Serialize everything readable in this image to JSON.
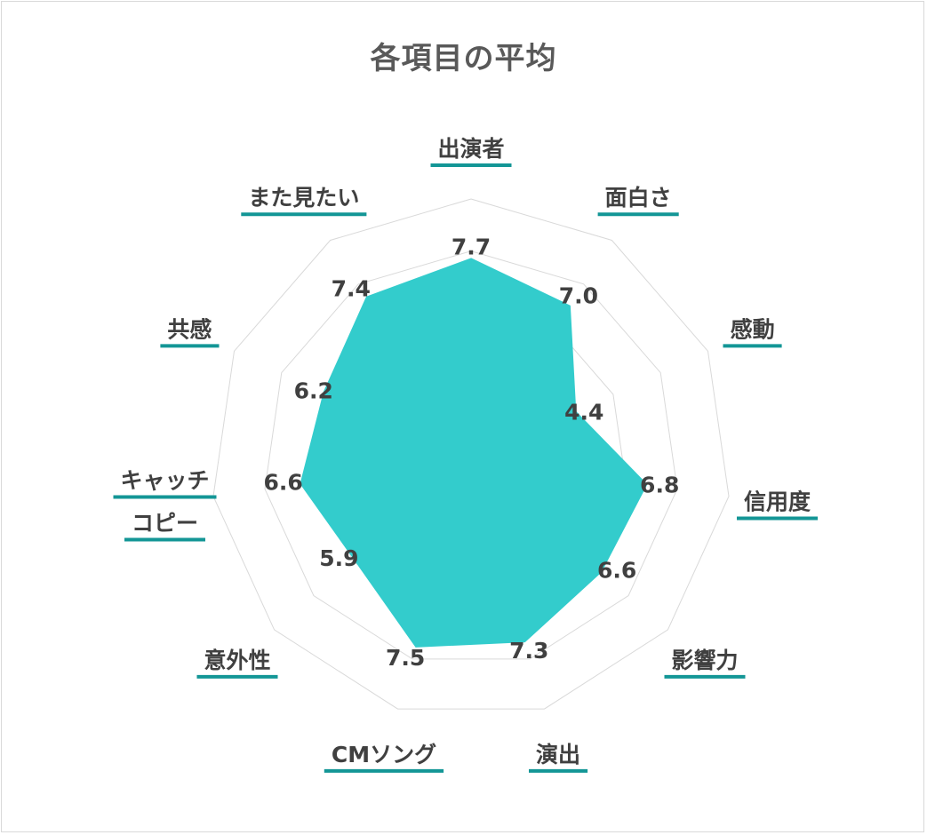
{
  "chart_data": {
    "type": "radar",
    "title": "各項目の平均",
    "categories": [
      "出演者",
      "面白さ",
      "感動",
      "信用度",
      "影響力",
      "演出",
      "CMソング",
      "意外性",
      "キャッチ\nコピー",
      "共感",
      "また見たい"
    ],
    "series": [
      {
        "values": [
          7.7,
          7.0,
          4.4,
          6.8,
          6.6,
          7.3,
          7.5,
          5.9,
          6.6,
          6.2,
          7.4
        ]
      }
    ],
    "value_labels": [
      "7.7",
      "7.0",
      "4.4",
      "6.8",
      "6.6",
      "7.3",
      "7.5",
      "5.9",
      "6.6",
      "6.2",
      "7.4"
    ],
    "rlim": [
      0,
      10
    ],
    "grid": true,
    "legend": "none",
    "colors": {
      "fill": "#33cccc",
      "grid": "#d9d9d9",
      "label_underline": "#139696",
      "text": "#404040",
      "title": "#595959"
    }
  }
}
